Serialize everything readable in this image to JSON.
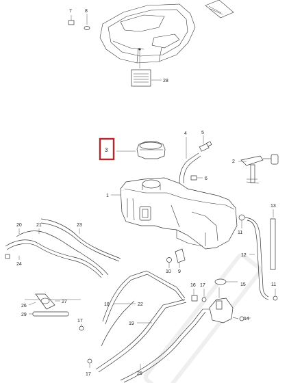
{
  "callouts": {
    "c1": "1",
    "c2": "2",
    "c3": "3",
    "c4": "4",
    "c5": "5",
    "c6": "6",
    "c7": "7",
    "c8": "8",
    "c9": "9",
    "c10": "10",
    "c11": "11",
    "c12": "12",
    "c13": "13",
    "c14": "14",
    "c15": "15",
    "c16": "16",
    "c17": "17",
    "c18": "18",
    "c19": "19",
    "c20": "20",
    "c21": "21",
    "c22": "22",
    "c23": "23",
    "c24": "24",
    "c25": "25",
    "c26": "26",
    "c27": "27",
    "c28": "28",
    "c29": "29"
  },
  "highlighted_callout": "3",
  "colors": {
    "highlight": "#b3262c",
    "line": "#333333",
    "background": "#ffffff",
    "watermark": "#d8d8d8"
  },
  "icons": {
    "corner_arrow": "page-corner-arrow-icon"
  }
}
